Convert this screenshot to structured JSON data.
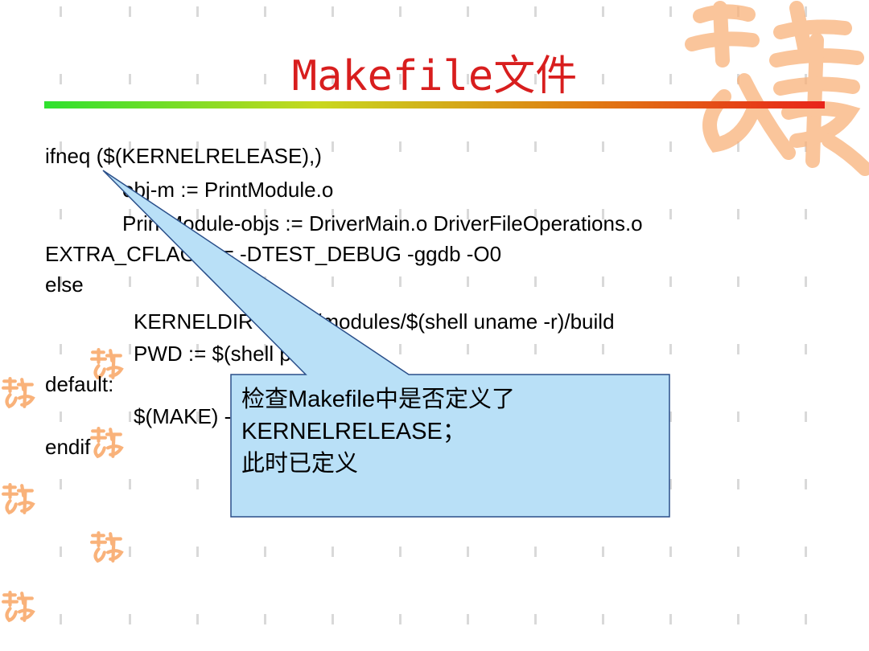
{
  "slide": {
    "title": "Makefile文件",
    "colors": {
      "title": "#d81e1e",
      "callout_fill": "#b9e0f7",
      "callout_border": "#2a4f8a",
      "seal": "#f7a96a"
    }
  },
  "code_lines": [
    "ifneq ($(KERNELRELEASE),)",
    "obj-m := PrintModule.o",
    "PrintModule-objs := DriverMain.o DriverFileOperations.o",
    "EXTRA_CFLAGS := -DTEST_DEBUG -ggdb -O0",
    "else",
    "KERNELDIR ?= /lib/modules/$(shell uname -r)/build",
    "PWD := $(shell pwd)",
    "default:",
    "$(MAKE) -C $(KERNELDIR) M=$(PWD) modules",
    "endif"
  ],
  "callout": {
    "line1": "检查Makefile中是否定义了",
    "line2": "KERNELRELEASE；",
    "line3": "此时已定义"
  },
  "decorations": {
    "seal_icon": "calligraphy-seal-icon"
  }
}
